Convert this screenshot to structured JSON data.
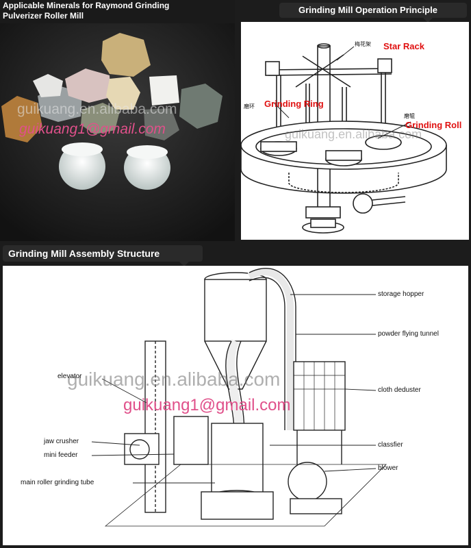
{
  "minerals_panel": {
    "title_line1": "Applicable Minerals for Raymond Grinding",
    "title_line2": "Pulverizer Roller Mill",
    "watermark_site": "guikuang.en.alibaba.com",
    "watermark_email": "guikuang1@gmail.com"
  },
  "principle_panel": {
    "title": "Grinding Mill Operation Principle",
    "star_rack_cn": "梅花架",
    "star_rack": "Star Rack",
    "ring_cn": "磨环",
    "grinding_ring": "Grinding Ring",
    "roll_cn": "磨辊",
    "grinding_roll": "Grinding Roll",
    "watermark": "guikuang.en.alibaba.com"
  },
  "assembly_panel": {
    "title": "Grinding Mill Assembly Structure",
    "labels": {
      "storage_hopper": "storage hopper",
      "powder_flying_tunnel": "powder flying tunnel",
      "elevator": "elevator",
      "cloth_deduster": "cloth deduster",
      "jaw_crusher": "jaw crusher",
      "mini_feeder": "mini feeder",
      "classfier": "classfier",
      "blower": "blower",
      "main_roller": "main roller grinding tube"
    },
    "watermark_site": "guikuang.en.alibaba.com",
    "watermark_email": "guikuang1@gmail.com"
  },
  "colors": {
    "frame": "#1c1c1c",
    "accent_red": "#e01010",
    "watermark_pink": "#e0508a"
  }
}
